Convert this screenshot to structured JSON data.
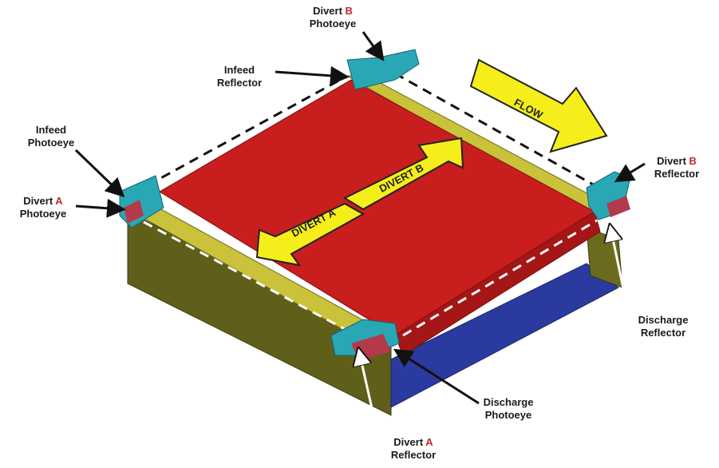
{
  "labels": {
    "divert_b_photoeye": {
      "word": "Divert",
      "letter": "B",
      "line2": "Photoeye"
    },
    "infeed_reflector": {
      "line1": "Infeed",
      "line2": "Reflector"
    },
    "infeed_photoeye": {
      "line1": "Infeed",
      "line2": "Photoeye"
    },
    "divert_a_photoeye": {
      "word": "Divert",
      "letter": "A",
      "line2": "Photoeye"
    },
    "divert_b_reflector": {
      "word": "Divert",
      "letter": "B",
      "line2": "Reflector"
    },
    "discharge_reflector": {
      "line1": "Discharge",
      "line2": "Reflector"
    },
    "discharge_photoeye": {
      "line1": "Discharge",
      "line2": "Photoeye"
    },
    "divert_a_reflector": {
      "word": "Divert",
      "letter": "A",
      "line2": "Reflector"
    }
  },
  "arrows": {
    "flow": "FLOW",
    "divert_a": "DIVERT A",
    "divert_b": "DIVERT B"
  },
  "colors": {
    "belt": "#c81e1e",
    "frame": "#6b6b1e",
    "frame_top": "#c9c23a",
    "underside": "#2b3a9e",
    "bracket": "#2aa7b5",
    "arrow_fill": "#f5ee1a",
    "label_letter": "#c0282d"
  }
}
